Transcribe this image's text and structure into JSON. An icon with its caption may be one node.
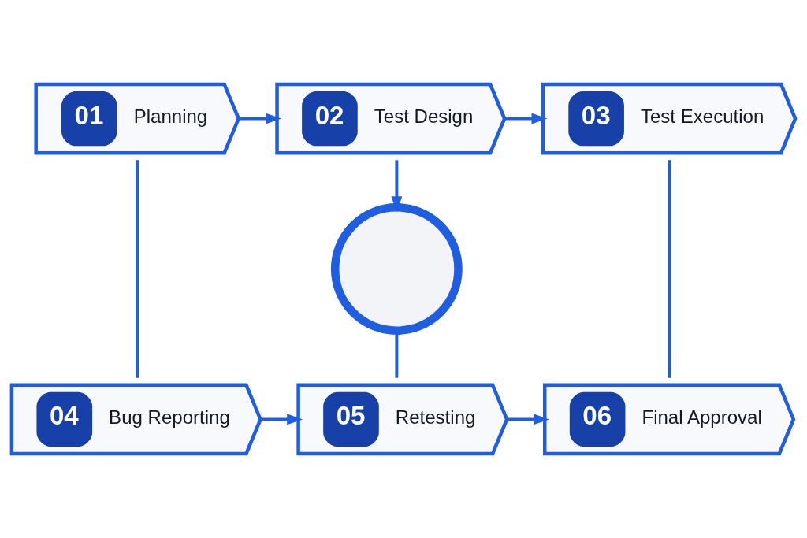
{
  "diagram": {
    "nodes": [
      {
        "text": [
          "01",
          "Planning"
        ]
      },
      {
        "text": [
          "02",
          "Test Design"
        ]
      },
      {
        "text": [
          "03",
          "Test Execution"
        ]
      },
      {
        "text": [],
        "shape": "circle"
      },
      {
        "text": [
          "04",
          "Bug Reporting"
        ]
      },
      {
        "text": [
          "05",
          "Retesting"
        ]
      },
      {
        "text": [
          "06",
          "Final Approval"
        ]
      }
    ],
    "edges": [
      {
        "from": 0,
        "to": 1,
        "arrow": "to"
      },
      {
        "from": 1,
        "to": 2,
        "arrow": "to"
      },
      {
        "from": 0,
        "to": 4,
        "arrow": "none"
      },
      {
        "from": 2,
        "to": 6,
        "arrow": "none"
      },
      {
        "from": 1,
        "to": 3,
        "arrow": "to"
      },
      {
        "from": 3,
        "to": 5,
        "arrow": "none"
      },
      {
        "from": 4,
        "to": 5,
        "arrow": "to"
      },
      {
        "from": 5,
        "to": 6,
        "arrow": "to"
      }
    ]
  }
}
